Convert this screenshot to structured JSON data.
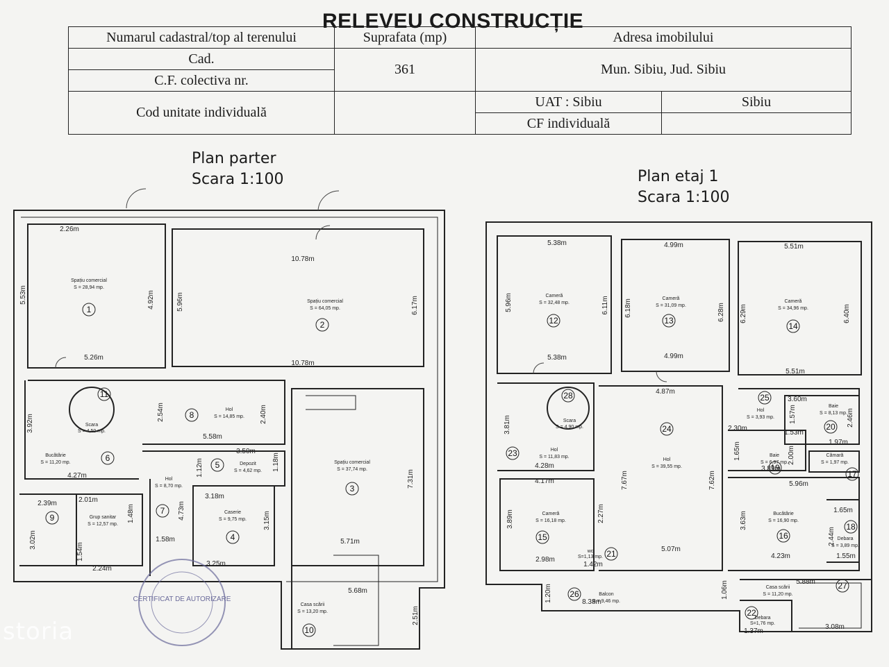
{
  "document": {
    "title": "RELEVEU CONSTRUCȚIE",
    "table": {
      "h_cadastral": "Numarul cadastral/top al terenului",
      "h_suprafata": "Suprafata (mp)",
      "h_adresa": "Adresa imobilului",
      "cad": "Cad.",
      "cf_colectiva": "C.F. colectiva nr.",
      "cod_unitate": "Cod unitate individuală",
      "suprafata_value": "361",
      "adresa_value": "Mun. Sibiu, Jud. Sibiu",
      "uat_label": "UAT : Sibiu",
      "uat_value": "Sibiu",
      "cf_individuala": "CF individuală"
    }
  },
  "ground_floor": {
    "title": "Plan parter",
    "scale": "Scara 1:100",
    "rooms": [
      {
        "n": "1",
        "name": "Spațiu comercial",
        "area": "S = 28,94 mp."
      },
      {
        "n": "2",
        "name": "Spațiu comercial",
        "area": "S = 64,05 mp."
      },
      {
        "n": "3",
        "name": "Spațiu comercial",
        "area": "S = 37,74 mp."
      },
      {
        "n": "4",
        "name": "Caserie",
        "area": "S = 9,75 mp."
      },
      {
        "n": "5",
        "name": "Depozit",
        "area": "S = 4,62 mp."
      },
      {
        "n": "6",
        "name": "Bucătărie",
        "area": "S = 11,20 mp."
      },
      {
        "n": "7",
        "name": "Hol",
        "area": "S = 8,70 mp."
      },
      {
        "n": "8",
        "name": "Hol",
        "area": "S = 14,85 mp."
      },
      {
        "n": "9",
        "name": "",
        "area": ""
      },
      {
        "n": "10",
        "name": "Casa scării",
        "area": "S = 13,20 mp."
      },
      {
        "n": "11",
        "name": "Scara",
        "area": "S = 4,50 mp."
      },
      {
        "n": "",
        "name": "Grup sanitar",
        "area": "S = 12,57 mp."
      }
    ],
    "dims": [
      "2.26m",
      "5.53m",
      "4.92m",
      "5.26m",
      "5.96m",
      "10.78m",
      "6.17m",
      "10.78m",
      "3.92m",
      "2.54m",
      "2.40m",
      "5.58m",
      "3.50m",
      "1.18m",
      "1.12m",
      "4.27m",
      "4.73m",
      "3.18m",
      "3.15m",
      "1.58m",
      "3.25m",
      "2.39m",
      "2.01m",
      "1.48m",
      "3.02m",
      "1.54m",
      "2.24m",
      "7.31m",
      "5.71m",
      "5.68m",
      "2.51m"
    ]
  },
  "first_floor": {
    "title": "Plan etaj 1",
    "scale": "Scara 1:100",
    "rooms": [
      {
        "n": "12",
        "name": "Cameră",
        "area": "S = 32,48 mp."
      },
      {
        "n": "13",
        "name": "Cameră",
        "area": "S = 31,09 mp."
      },
      {
        "n": "14",
        "name": "Cameră",
        "area": "S = 34,96 mp."
      },
      {
        "n": "15",
        "name": "Cameră",
        "area": "S = 16,18 mp."
      },
      {
        "n": "16",
        "name": "Bucătărie",
        "area": "S = 16,90 mp."
      },
      {
        "n": "17",
        "name": "Cămară",
        "area": "S = 1,97 mp."
      },
      {
        "n": "18",
        "name": "Debara",
        "area": "S = 3,89 mp."
      },
      {
        "n": "19",
        "name": "Baie",
        "area": "S = 6,97 mp."
      },
      {
        "n": "20",
        "name": "Baie",
        "area": "S = 8,13 mp."
      },
      {
        "n": "21",
        "name": "wc",
        "area": "S=1,13 mp."
      },
      {
        "n": "22",
        "name": "Debara",
        "area": "S=1,76 mp."
      },
      {
        "n": "23",
        "name": "Hol",
        "area": "S = 11,83 mp."
      },
      {
        "n": "24",
        "name": "Hol",
        "area": "S = 39,55 mp."
      },
      {
        "n": "25",
        "name": "Hol",
        "area": "S = 3,93 mp."
      },
      {
        "n": "26",
        "name": "Balcon",
        "area": "S = 9,46 mp."
      },
      {
        "n": "27",
        "name": "Casa scării",
        "area": "S = 11,20 mp."
      },
      {
        "n": "28",
        "name": "Scara",
        "area": "S = 4,90 mp."
      }
    ],
    "dims": [
      "5.38m",
      "4.99m",
      "5.51m",
      "5.96m",
      "6.11m",
      "6.18m",
      "6.28m",
      "6.29m",
      "6.40m",
      "5.38m",
      "4.99m",
      "5.51m",
      "4.87m",
      "3.60m",
      "3.81m",
      "2.30m",
      "1.57m",
      "1.53m",
      "2.46m",
      "1.97m",
      "1.65m",
      "2.00m",
      "3.89m",
      "4.28m",
      "4.17m",
      "7.67m",
      "7.62m",
      "5.96m",
      "3.89m",
      "2.27m",
      "3.63m",
      "1.65m",
      "2.44m",
      "2.98m",
      "1.42m",
      "5.07m",
      "4.23m",
      "1.55m",
      "1.20m",
      "8.38m",
      "1.06m",
      "5.88m",
      "1.37m",
      "3.08m"
    ]
  },
  "stamp": {
    "text": "CERTIFICAT DE AUTORIZARE"
  },
  "watermark": "storia"
}
